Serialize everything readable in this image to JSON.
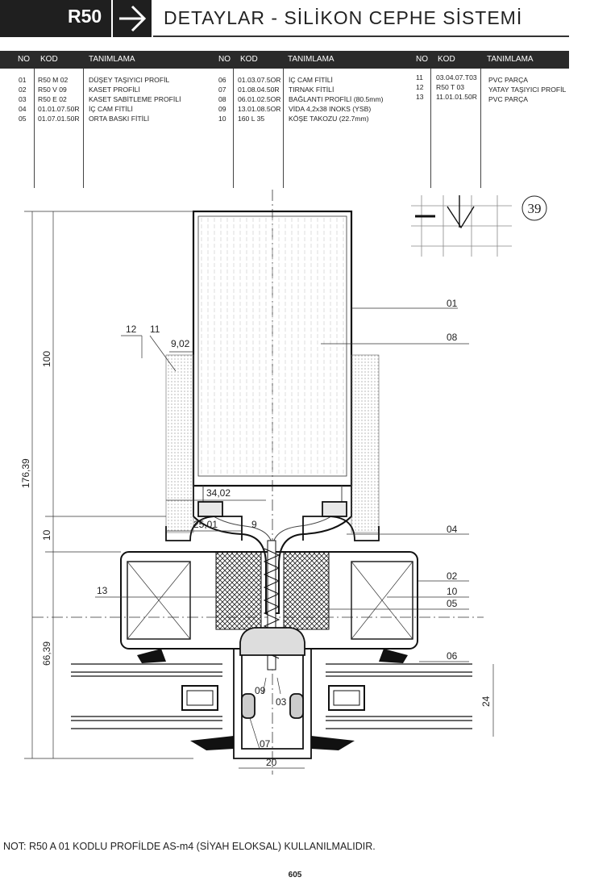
{
  "header": {
    "series_code": "R50",
    "title": "DETAYLAR - SİLİKON CEPHE SİSTEMİ"
  },
  "table": {
    "headers": {
      "no": "NO",
      "kod": "KOD",
      "tanimlama": "TANIMLAMA"
    },
    "groups": [
      {
        "no": [
          "01",
          "02",
          "03",
          "04",
          "05"
        ],
        "kod": [
          "R50 M 02",
          "R50 V 09",
          "R50 E 02",
          "01.01.07.50R",
          "01.07.01.50R"
        ],
        "tanimlama": [
          "DÜŞEY TAŞIYICI PROFİL",
          "KASET PROFİLİ",
          "KASET SABİTLEME PROFİLİ",
          "İÇ CAM FİTİLİ",
          "ORTA BASKI FİTİLİ"
        ]
      },
      {
        "no": [
          "06",
          "07",
          "08",
          "09",
          "10"
        ],
        "kod": [
          "01.03.07.5OR",
          "01.08.04.50R",
          "06.01.02.5OR",
          "13.01.08.5OR",
          "160 L 35"
        ],
        "tanimlama": [
          "İÇ CAM FİTİLİ",
          "TIRNAK FİTİLİ",
          "BAĞLANTI PROFİLİ (80.5mm)",
          "VİDA 4,2x38 INOKS (YSB)",
          "KÖŞE TAKOZU (22.7mm)"
        ]
      },
      {
        "no": [
          "11",
          "12",
          "13"
        ],
        "kod": [
          "03.04.07.T03",
          "R50 T 03",
          "11.01.01.50R"
        ],
        "tanimlama": [
          "PVC PARÇA",
          "YATAY TAŞIYICI PROFİL",
          "PVC PARÇA"
        ]
      }
    ]
  },
  "drawing": {
    "detail_no": "39",
    "dimensions": {
      "d100": "100",
      "d17639": "176,39",
      "d10": "10",
      "d6639": "66,39",
      "d902": "9,02",
      "d3402": "34,02",
      "d2501": "25,01",
      "d9": "9",
      "d24": "24",
      "d20": "20"
    },
    "callouts": {
      "c01": "01",
      "c08": "08",
      "c04": "04",
      "c02": "02",
      "c10": "10",
      "c05": "05",
      "c06": "06",
      "c13": "13",
      "c12": "12",
      "c11": "11",
      "c09": "09",
      "c03": "03",
      "c07": "07"
    }
  },
  "note": "NOT:  R50 A 01 KODLU PROFİLDE AS-m4 (SİYAH ELOKSAL) KULLANILMALIDIR.",
  "page_number": "605"
}
